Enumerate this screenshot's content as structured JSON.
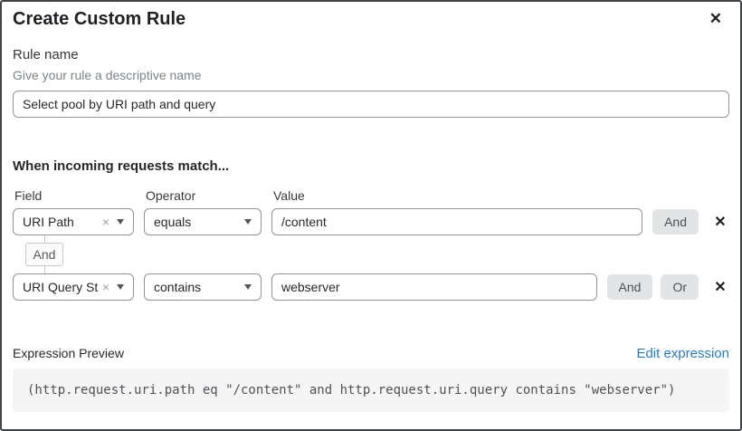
{
  "dialog": {
    "title": "Create Custom Rule",
    "close_glyph": "✕"
  },
  "rule_name": {
    "label": "Rule name",
    "hint": "Give your rule a descriptive name",
    "value": "Select pool by URI path and query"
  },
  "match": {
    "heading": "When incoming requests match...",
    "columns": {
      "field": "Field",
      "operator": "Operator",
      "value": "Value"
    },
    "connector_label": "And",
    "and_label": "And",
    "or_label": "Or",
    "clear_glyph": "×",
    "remove_glyph": "✕",
    "rows": [
      {
        "field": "URI Path",
        "operator": "equals",
        "value": "/content"
      },
      {
        "field": "URI Query St...",
        "operator": "contains",
        "value": "webserver"
      }
    ]
  },
  "expression": {
    "label": "Expression Preview",
    "edit_link": "Edit expression",
    "code": "(http.request.uri.path eq \"/content\" and http.request.uri.query contains \"webserver\")"
  },
  "colors": {
    "link_blue": "#2c7cbf",
    "chip_gray": "#e3e4e6",
    "border_gray": "#8e9499",
    "code_bg": "#f5f5f6"
  }
}
